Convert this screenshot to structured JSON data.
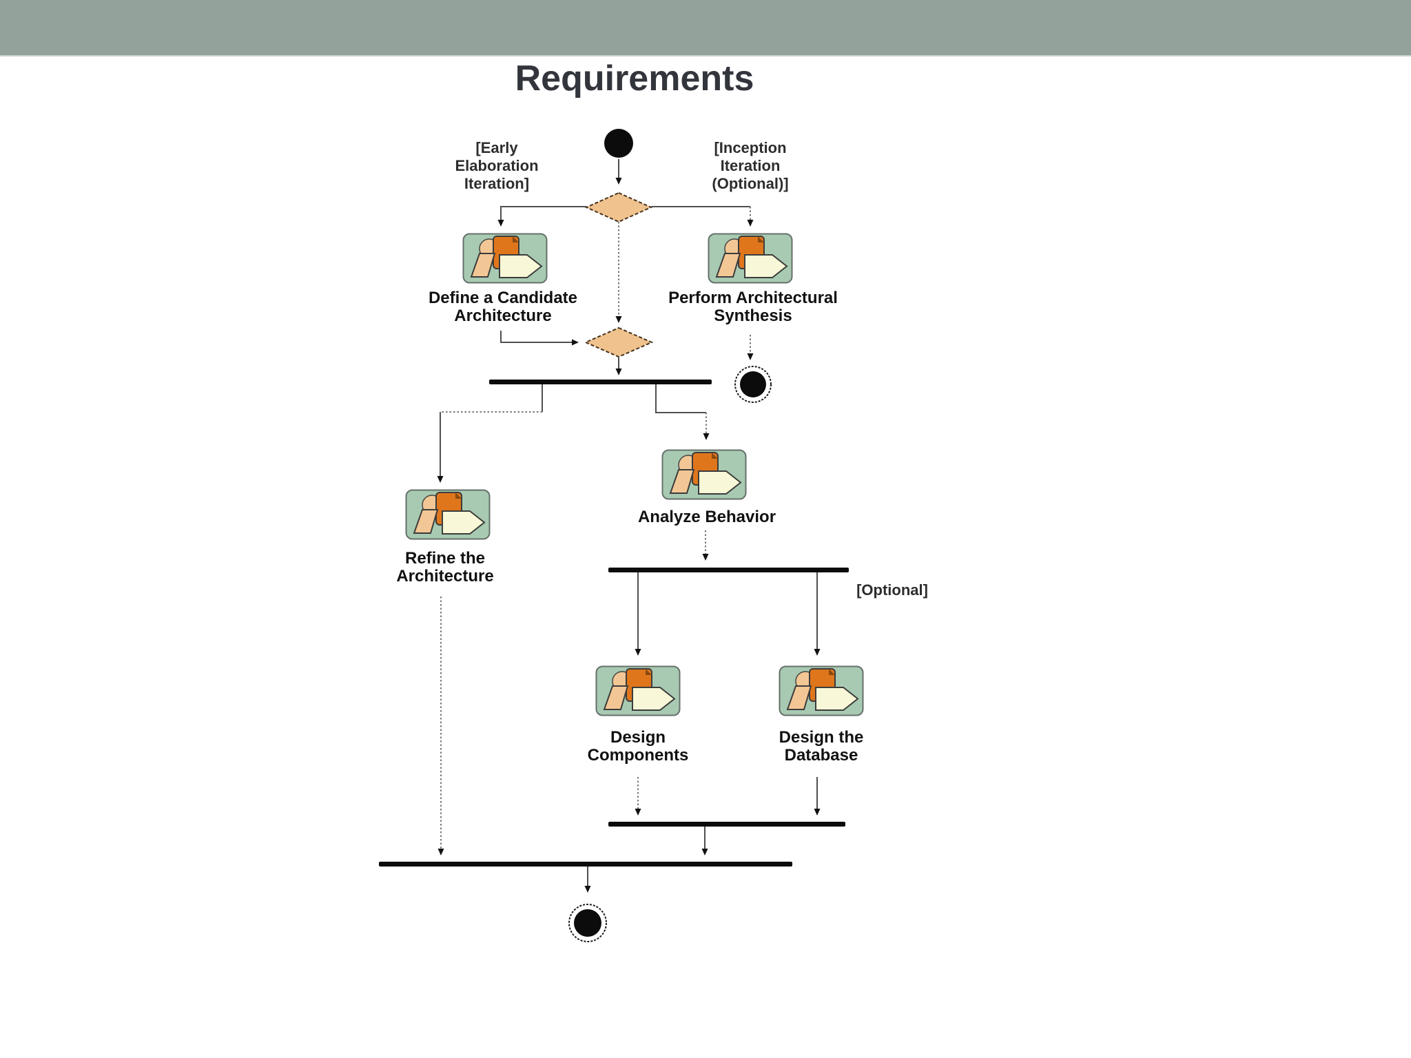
{
  "slide": {
    "title": "Requirements",
    "colors": {
      "header_bar": "#93a29a",
      "background": "#ffffff",
      "title_text": "#33353c",
      "diamond_fill": "#f0c28e",
      "icon_green": "#a8cab2",
      "icon_orange": "#e0761c",
      "icon_tan": "#f3c795",
      "icon_cream": "#f8f8d8",
      "bar_black": "#0c0c0c"
    },
    "diagram": {
      "type": "uml-activity-diagram",
      "guards": {
        "left": "[Early\nElaboration\nIteration]",
        "right": "[Inception\nIteration\n(Optional)]",
        "optional": "[Optional]"
      },
      "activities": [
        {
          "id": "define-a-candidate-architecture",
          "label": "Define a Candidate\nArchitecture"
        },
        {
          "id": "perform-architectural-synthesis",
          "label": "Perform Architectural\nSynthesis"
        },
        {
          "id": "refine-the-architecture",
          "label": "Refine the\nArchitecture"
        },
        {
          "id": "analyze-behavior",
          "label": "Analyze Behavior"
        },
        {
          "id": "design-components",
          "label": "Design\nComponents"
        },
        {
          "id": "design-the-database",
          "label": "Design the\nDatabase"
        }
      ]
    }
  }
}
